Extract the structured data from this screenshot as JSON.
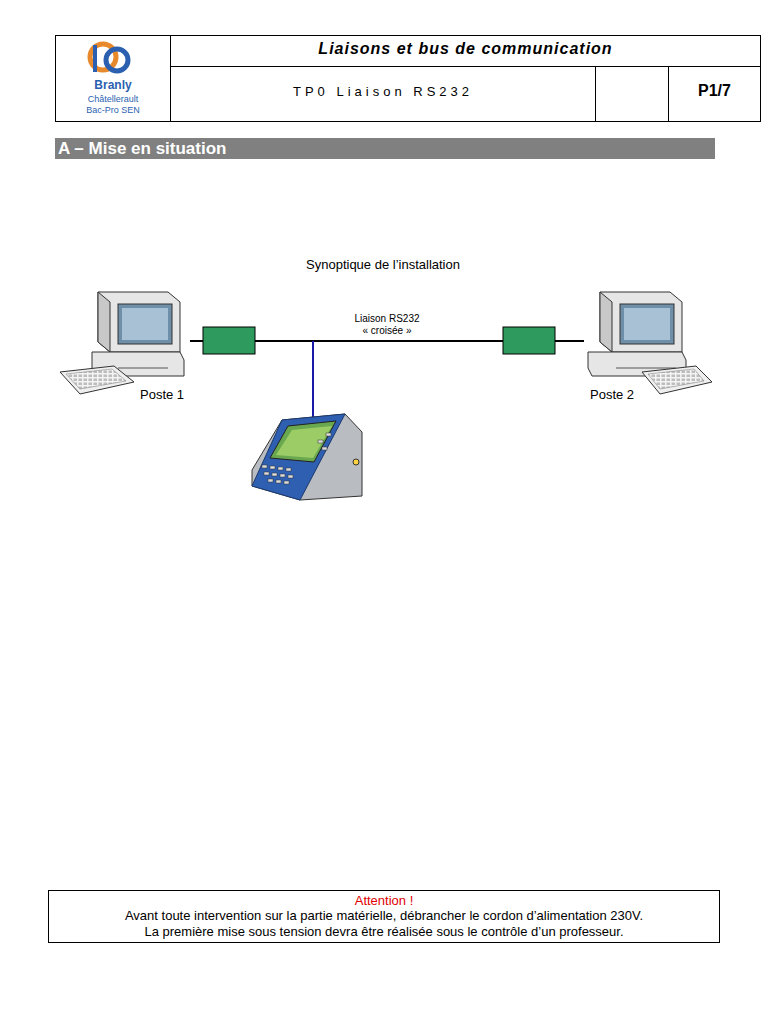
{
  "diagram": {
    "title": "Liaisons et bus de communication",
    "caption": "Synoptique de l’installation",
    "nodes": [
      {
        "text": [
          "Poste 1"
        ]
      },
      {
        "text": [
          "Poste 2"
        ]
      }
    ],
    "edges": [
      {
        "from": 0,
        "to": 1,
        "arrow": "none",
        "label": "Liaison RS232 « croisée »"
      }
    ],
    "labels": [
      "Branly",
      "Châtellerault",
      "Bac-Pro SEN",
      "TP0 Liaison RS232",
      "P1/7",
      "A – Mise en situation",
      "Attention !",
      "Avant toute intervention sur la partie matérielle, débrancher le cordon d’alimentation 230V.",
      "La première mise sous tension devra être réalisée sous le contrôle d’un professeur."
    ]
  }
}
